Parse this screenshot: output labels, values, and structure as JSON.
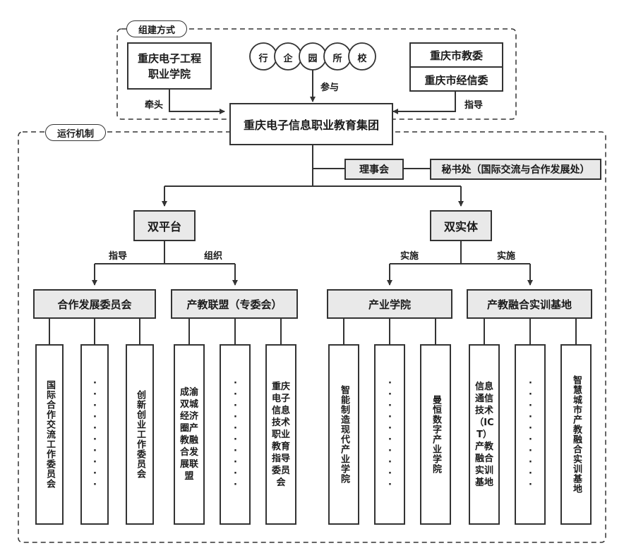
{
  "formation": {
    "tag": "组建方式",
    "lead_org": "重庆电子工程职业学院",
    "lead_label": "牵头",
    "participants": [
      "行",
      "企",
      "园",
      "所",
      "校"
    ],
    "participate_label": "参与",
    "gov_orgs": [
      "重庆市教委",
      "重庆市经信委"
    ],
    "guide_label": "指导"
  },
  "group": {
    "name": "重庆电子信息职业教育集团"
  },
  "operation": {
    "tag": "运行机制",
    "council": "理事会",
    "secretariat": "秘书处（国际交流与合作发展处）",
    "platform": {
      "name": "双平台",
      "left_label": "指导",
      "right_label": "组织",
      "branches": [
        {
          "name": "合作发展委员会",
          "leaves": [
            "国际合作交流工作委员会",
            "··········",
            "创新创业工作委员会"
          ]
        },
        {
          "name": "产教联盟（专委会）",
          "leaves": [
            "成渝双城经济圈产教融合发展联盟",
            "··········",
            "重庆电子信息技术职业教育指导委员会"
          ]
        }
      ]
    },
    "entity": {
      "name": "双实体",
      "left_label": "实施",
      "right_label": "实施",
      "branches": [
        {
          "name": "产业学院",
          "leaves": [
            "智能制造现代产业学院",
            "··········",
            "曼恒数字产业学院"
          ]
        },
        {
          "name": "产教融合实训基地",
          "leaves": [
            "信息通信技术（ICT）产教融合实训基地",
            "··········",
            "智慧城市产教融合实训基地"
          ]
        }
      ]
    }
  }
}
